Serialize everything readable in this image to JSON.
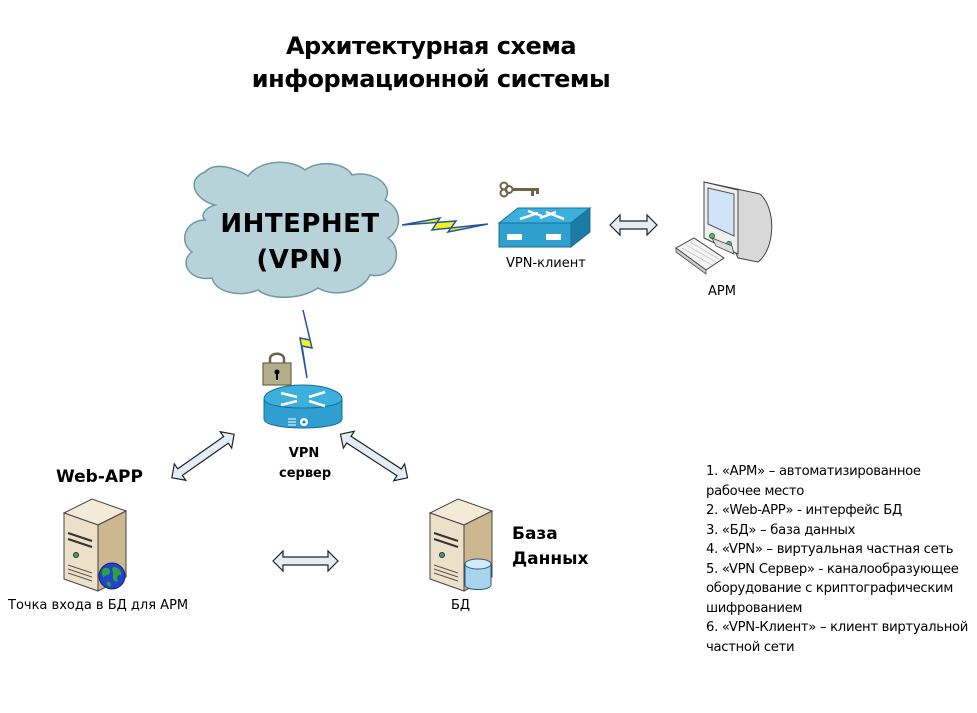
{
  "title": {
    "line1": "Архитектурная схема",
    "line2": "информационной системы"
  },
  "nodes": {
    "internet": {
      "line1": "ИНТЕРНЕТ",
      "line2": "(VPN)",
      "icon": "cloud-icon"
    },
    "vpn_client": {
      "label": "VPN-клиент",
      "icon": "switch-icon",
      "badge_icon": "key-icon"
    },
    "arm": {
      "label": "АРМ",
      "icon": "workstation-icon"
    },
    "vpn_server": {
      "line1": "VPN",
      "line2": "сервер",
      "icon": "router-icon",
      "badge_icon": "padlock-icon"
    },
    "web_app": {
      "title": "Web-APP",
      "label": "Точка входа в БД для АРМ",
      "icon": "web-server-icon"
    },
    "database": {
      "title_line1": "База",
      "title_line2": "Данных",
      "label": "БД",
      "icon": "database-server-icon"
    }
  },
  "connections": [
    {
      "from": "internet",
      "to": "vpn_client",
      "type": "lightning"
    },
    {
      "from": "internet",
      "to": "vpn_server",
      "type": "lightning"
    },
    {
      "from": "vpn_client",
      "to": "arm",
      "type": "double-arrow"
    },
    {
      "from": "vpn_server",
      "to": "web_app",
      "type": "double-arrow"
    },
    {
      "from": "vpn_server",
      "to": "database",
      "type": "double-arrow"
    },
    {
      "from": "web_app",
      "to": "database",
      "type": "double-arrow"
    }
  ],
  "legend": [
    "1. «АРМ» – автоматизированное рабочее место",
    "2. «Web-APP» - интерфейс БД",
    "3. «БД» – база данных",
    "4. «VPN» – виртуальная частная сеть",
    "5. «VPN Сервер» - каналообразующее оборудование с криптографическим шифрованием",
    "6. «VPN-Клиент» – клиент виртуальной частной сети"
  ],
  "colors": {
    "cloud_fill": "#b7d3d9",
    "cloud_stroke": "#6f9aa3",
    "device_blue": "#2e9fcf",
    "device_blue_dark": "#1b7aa6",
    "arrow_fill": "#e3ecf7",
    "bolt_yellow": "#f2f21c",
    "bolt_blue": "#2255aa",
    "server_beige": "#e8dcc4",
    "globe_green": "#2aa43a",
    "globe_blue": "#2244cc",
    "db_blue": "#a9d4ee"
  }
}
